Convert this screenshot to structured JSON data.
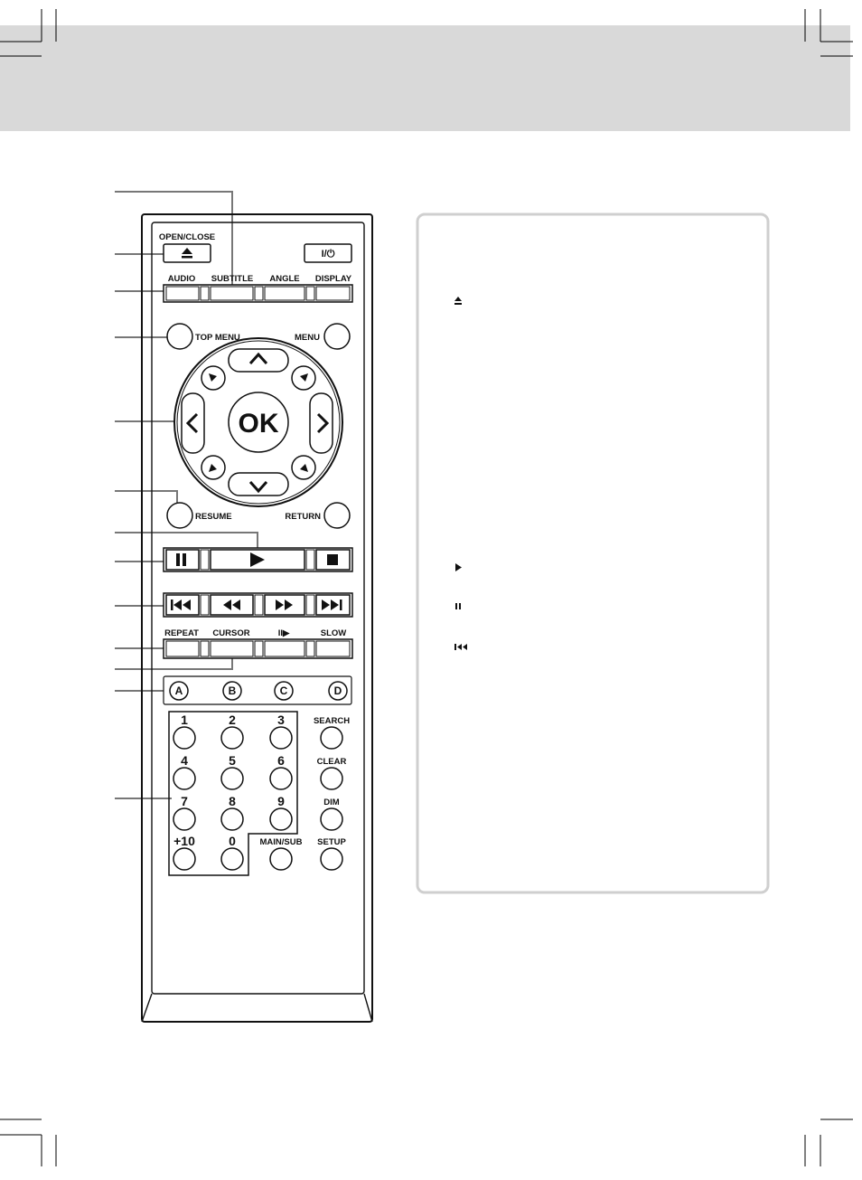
{
  "remote": {
    "open_close_label": "OPEN/CLOSE",
    "power_label": "I/⏻",
    "function_row_labels": [
      "AUDIO",
      "SUBTITLE",
      "ANGLE",
      "DISPLAY"
    ],
    "top_menu_label": "TOP MENU",
    "menu_label": "MENU",
    "ok_label": "OK",
    "resume_label": "RESUME",
    "return_label": "RETURN",
    "repeat_row_labels": [
      "REPEAT",
      "CURSOR",
      "II▶",
      "SLOW"
    ],
    "color_buttons": [
      "A",
      "B",
      "C",
      "D"
    ],
    "number_pad": [
      "1",
      "2",
      "3",
      "4",
      "5",
      "6",
      "7",
      "8",
      "9",
      "+10",
      "0"
    ],
    "right_column_labels": [
      "SEARCH",
      "CLEAR",
      "DIM",
      "MAIN/SUB",
      "SETUP"
    ]
  },
  "info_panel": {
    "icons": [
      "eject-icon",
      "play-icon",
      "pause-icon",
      "skip-back-icon"
    ],
    "text_entries": []
  },
  "colors": {
    "header_band": "#d9d9d9",
    "remote_outline": "#111111",
    "panel_border": "#cccccc",
    "callout_line": "#777777"
  }
}
